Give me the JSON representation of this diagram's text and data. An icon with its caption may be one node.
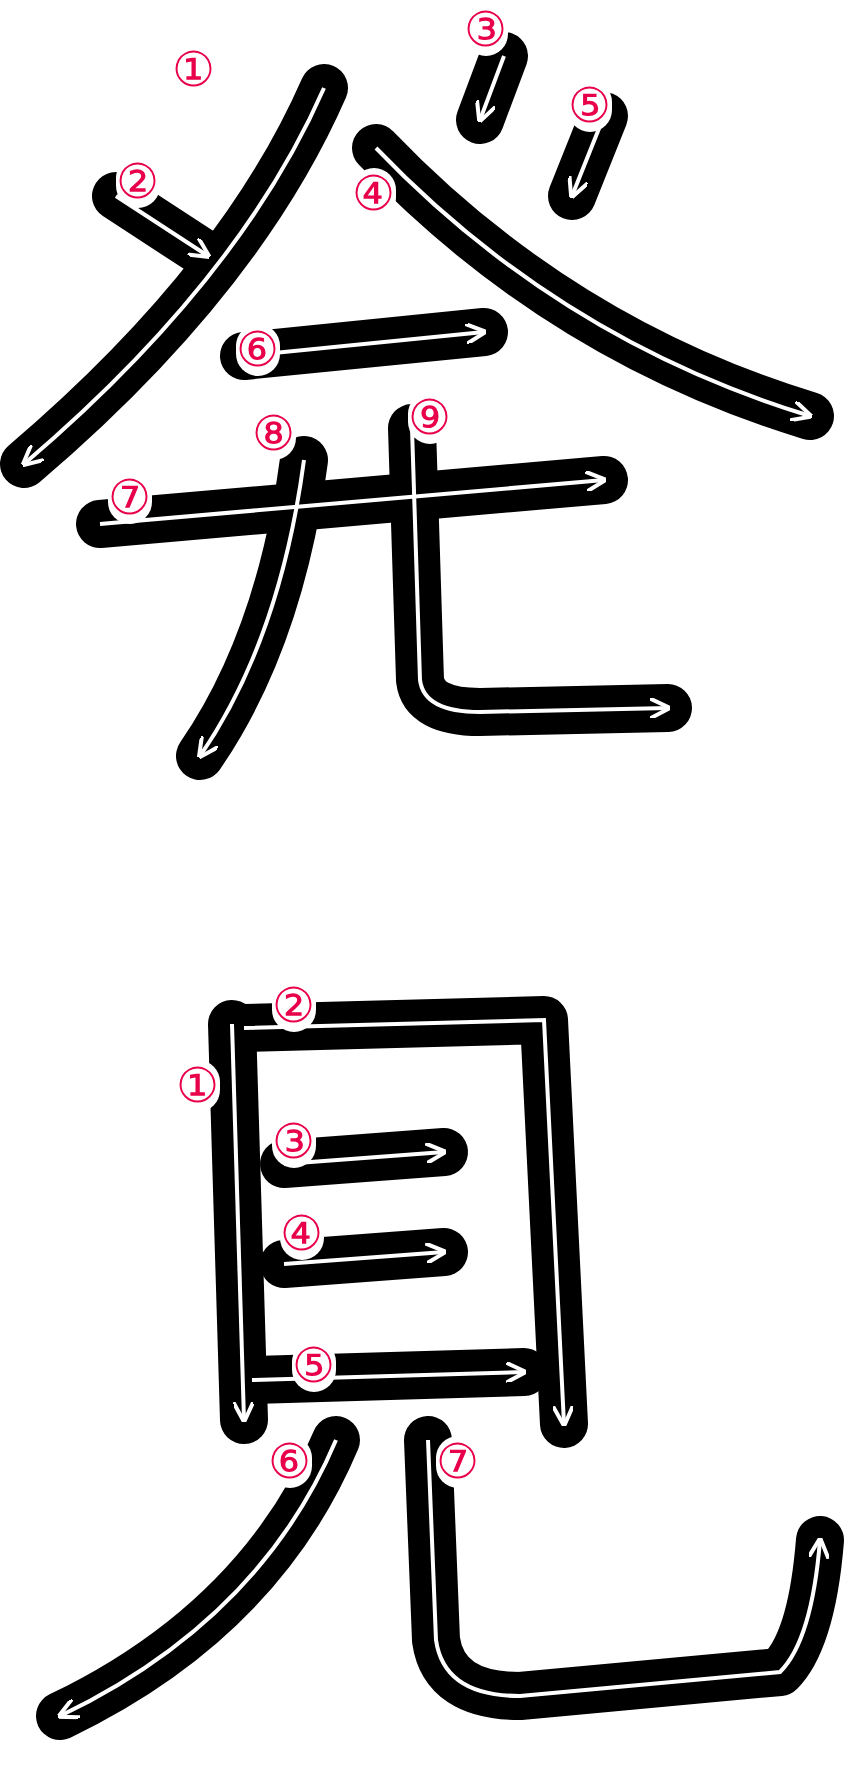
{
  "diagram": {
    "labels": [
      "①",
      "②",
      "③",
      "④",
      "⑤",
      "⑥",
      "⑦",
      "⑧",
      "⑨",
      "①",
      "②",
      "③",
      "④",
      "⑤",
      "⑥",
      "⑦"
    ]
  }
}
